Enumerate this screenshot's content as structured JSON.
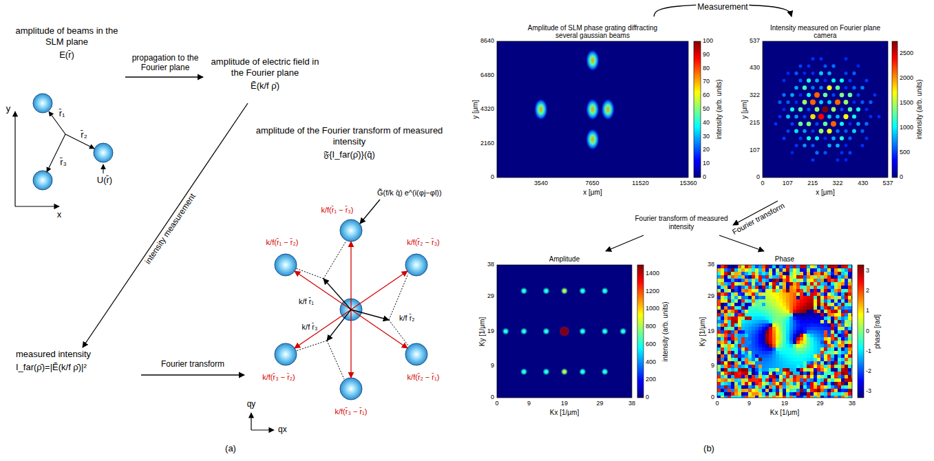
{
  "diagram": {
    "nodes": [
      {
        "text": [
          "amplitude of beams in the SLM plane",
          "E(r̄)"
        ]
      },
      {
        "text": [
          "amplitude of electric field in the Fourier plane",
          "Ẽ(k/f ρ̄)"
        ]
      },
      {
        "text": [
          "measured intensity",
          "I_far(ρ̄)=|Ẽ(k/f ρ̄)|²"
        ]
      },
      {
        "text": [
          "amplitude of the Fourier transform of measured intensity",
          "𝔉{I_far(ρ̄)}(q̄)"
        ]
      },
      {
        "text": [
          "Amplitude of SLM phase grating diffracting several gaussian beams",
          "y [μm]",
          "x [μm]",
          "8640",
          "6480",
          "4320",
          "2160",
          "0",
          "3540",
          "7650",
          "11520",
          "15360",
          "intensity (arb. units)",
          "100",
          "90",
          "80",
          "70",
          "60",
          "50",
          "40",
          "30",
          "20",
          "10",
          "0"
        ]
      },
      {
        "text": [
          "Intensity measured on Fourier plane camera",
          "y [μm]",
          "x [μm]",
          "537",
          "430",
          "322",
          "215",
          "107",
          "0",
          "0",
          "107",
          "215",
          "322",
          "430",
          "537",
          "intensity (arb. units)",
          "2500",
          "2000",
          "1500",
          "1000",
          "500",
          "0"
        ]
      },
      {
        "text": [
          "Fourier transform of measured intensity"
        ]
      },
      {
        "text": [
          "Amplitude",
          "Ky [1/μm]",
          "Kx [1/μm]",
          "38",
          "29",
          "19",
          "9",
          "0",
          "0",
          "9",
          "19",
          "29",
          "38",
          "intensity (arb. units)",
          "1400",
          "1200",
          "1000",
          "800",
          "600",
          "400",
          "200",
          "0"
        ]
      },
      {
        "text": [
          "Phase",
          "Ky [1/μm]",
          "Kx [1/μm]",
          "38",
          "29",
          "19",
          "9",
          "0",
          "0",
          "9",
          "19",
          "29",
          "38",
          "phase [rad]",
          "3",
          "2",
          "1",
          "0",
          "-1",
          "-2",
          "-3"
        ]
      }
    ],
    "edges": [
      {
        "from": 0,
        "to": 1,
        "arrow": "to",
        "label": "propagation to the Fourier plane"
      },
      {
        "from": 1,
        "to": 2,
        "arrow": "to",
        "label": "intensity measurement"
      },
      {
        "from": 2,
        "to": 3,
        "arrow": "to",
        "label": "Fourier transform"
      },
      {
        "from": 4,
        "to": 5,
        "arrow": "to",
        "label": "Measurement"
      },
      {
        "from": 5,
        "to": 6,
        "arrow": "to",
        "label": "Fourier transform"
      },
      {
        "from": 6,
        "to": 7,
        "arrow": "to"
      },
      {
        "from": 6,
        "to": 8,
        "arrow": "to"
      }
    ],
    "labels": [
      "y",
      "x",
      "r̄₁",
      "r̄₂",
      "r̄₃",
      "U(r̄)",
      "k/f r̄₁",
      "k/f r̄₂",
      "k/f r̄₃",
      "k/f(r̄₁ − r̄₂)",
      "k/f(r̄₁ − r̄₃)",
      "k/f(r̄₂ − r̄₃)",
      "k/f(r̄₂ − r̄₁)",
      "k/f(r̄₃ − r̄₁)",
      "k/f(r̄₃ − r̄₂)",
      "G̃(f/k q̄) e^(i(φj−φl))",
      "qx",
      "qy",
      "(a)",
      "(b)"
    ]
  }
}
